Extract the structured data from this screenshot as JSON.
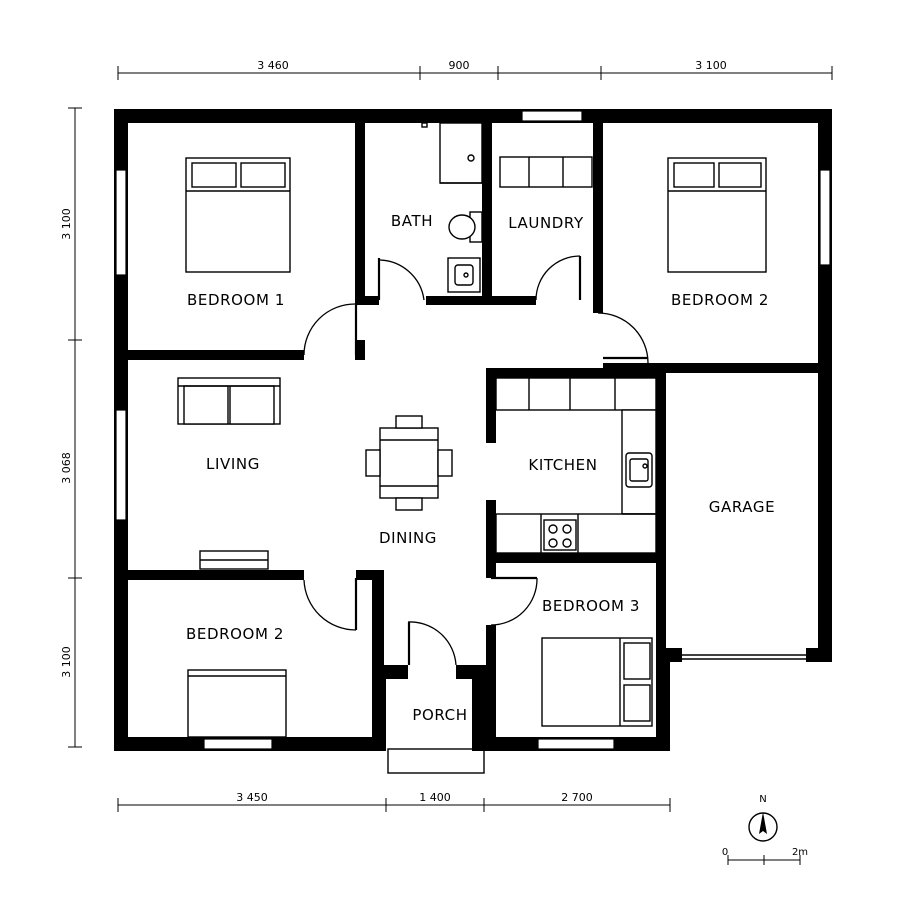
{
  "rooms": {
    "bedroom_1": "BEDROOM 1",
    "bath": "BATH",
    "laundry": "LAUNDRY",
    "bedroom_2_top": "BEDROOM 2",
    "living": "LIVING",
    "dining": "DINING",
    "kitchen": "KITCHEN",
    "garage": "GARAGE",
    "bedroom_2_bottom": "BEDROOM 2",
    "bedroom_3": "BEDROOM 3",
    "porch": "PORCH"
  },
  "dimensions": {
    "top": [
      "3 460",
      "900",
      "3 100"
    ],
    "left": [
      "3 100",
      "3 068",
      "3 100"
    ],
    "bottom": [
      "3 450",
      "1 400",
      "2 700"
    ]
  },
  "scale": {
    "north": "N",
    "start": "0",
    "end": "2m"
  }
}
